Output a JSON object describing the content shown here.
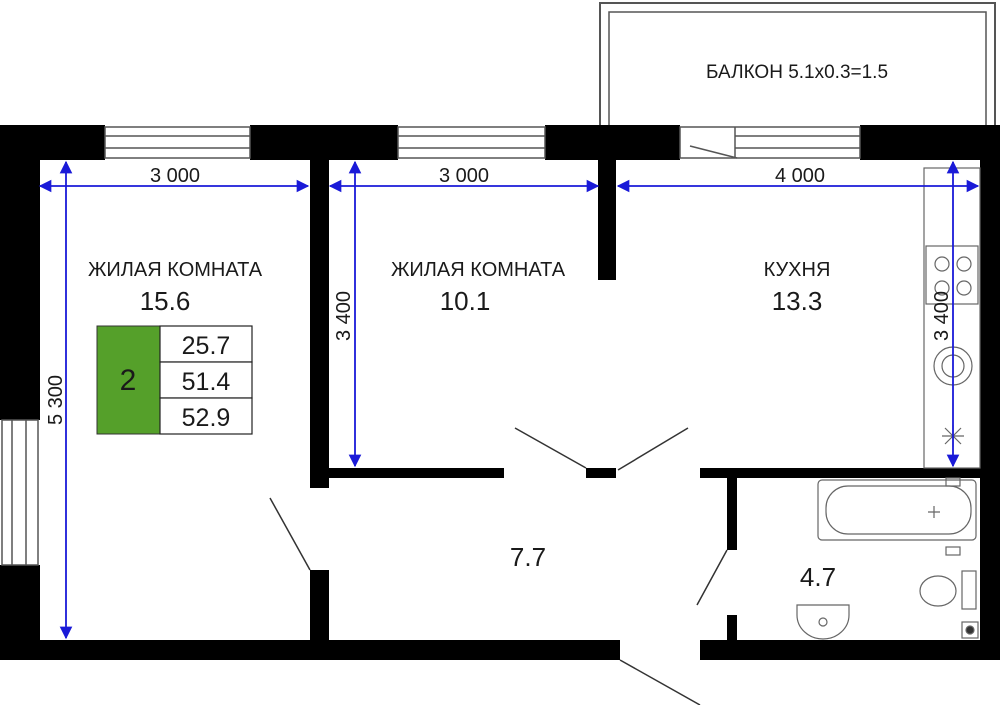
{
  "balcony": {
    "label": "БАЛКОН 5.1x0.3=1.5"
  },
  "rooms": {
    "living1": {
      "name": "ЖИЛАЯ КОМНАТА",
      "area": "15.6"
    },
    "living2": {
      "name": "ЖИЛАЯ КОМНАТА",
      "area": "10.1"
    },
    "kitchen": {
      "name": "КУХНЯ",
      "area": "13.3"
    },
    "hall": {
      "area": "7.7"
    },
    "bathroom": {
      "area": "4.7"
    }
  },
  "dimensions": {
    "living1_width": "3 000",
    "living2_width": "3 000",
    "kitchen_width": "4 000",
    "living1_depth": "5 300",
    "living2_depth": "3 400",
    "kitchen_depth": "3 400"
  },
  "summary": {
    "rooms_count": "2",
    "living_area": "25.7",
    "total_area": "51.4",
    "total_with_balcony": "52.9",
    "badge_color": "#55a02a"
  },
  "colors": {
    "wall": "#000000",
    "dimension": "#1a1ad8",
    "fixture": "#555555"
  }
}
